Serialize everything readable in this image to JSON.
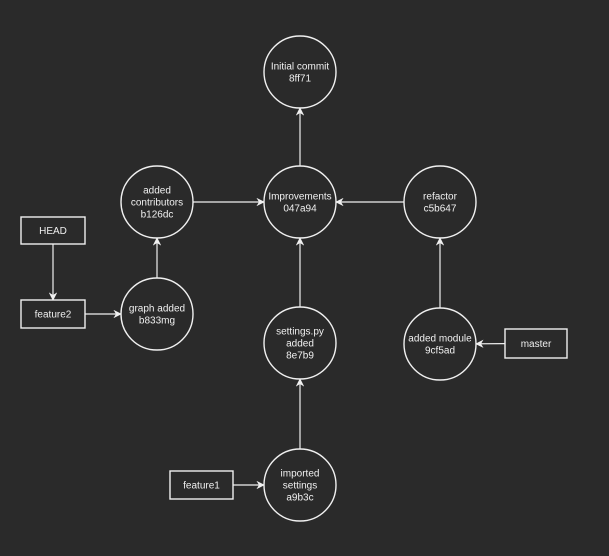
{
  "diagram": {
    "commits": [
      {
        "id": "initial",
        "lines": [
          "Initial commit",
          "8ff71"
        ]
      },
      {
        "id": "improvements",
        "lines": [
          "Improvements",
          "047a94"
        ]
      },
      {
        "id": "contributors",
        "lines": [
          "added",
          "contributors",
          "b126dc"
        ]
      },
      {
        "id": "refactor",
        "lines": [
          "refactor",
          "c5b647"
        ]
      },
      {
        "id": "graph",
        "lines": [
          "graph added",
          "b833mg"
        ]
      },
      {
        "id": "settings",
        "lines": [
          "settings.py",
          "added",
          "8e7b9"
        ]
      },
      {
        "id": "module",
        "lines": [
          "added module",
          "9cf5ad"
        ]
      },
      {
        "id": "imported",
        "lines": [
          "imported",
          "settings",
          "a9b3c"
        ]
      }
    ],
    "refs": [
      {
        "id": "head",
        "label": "HEAD"
      },
      {
        "id": "feature2",
        "label": "feature2"
      },
      {
        "id": "master",
        "label": "master"
      },
      {
        "id": "feature1",
        "label": "feature1"
      }
    ],
    "edges": [
      {
        "from": "improvements",
        "to": "initial"
      },
      {
        "from": "contributors",
        "to": "improvements"
      },
      {
        "from": "refactor",
        "to": "improvements"
      },
      {
        "from": "settings",
        "to": "improvements"
      },
      {
        "from": "graph",
        "to": "contributors"
      },
      {
        "from": "module",
        "to": "refactor"
      },
      {
        "from": "imported",
        "to": "settings"
      },
      {
        "from": "head",
        "to": "feature2"
      },
      {
        "from": "feature2",
        "to": "graph"
      },
      {
        "from": "master",
        "to": "module"
      },
      {
        "from": "feature1",
        "to": "imported"
      }
    ]
  },
  "colors": {
    "background": "#2a2a2a",
    "stroke": "#f0f0f0",
    "text": "#f0f0f0"
  }
}
